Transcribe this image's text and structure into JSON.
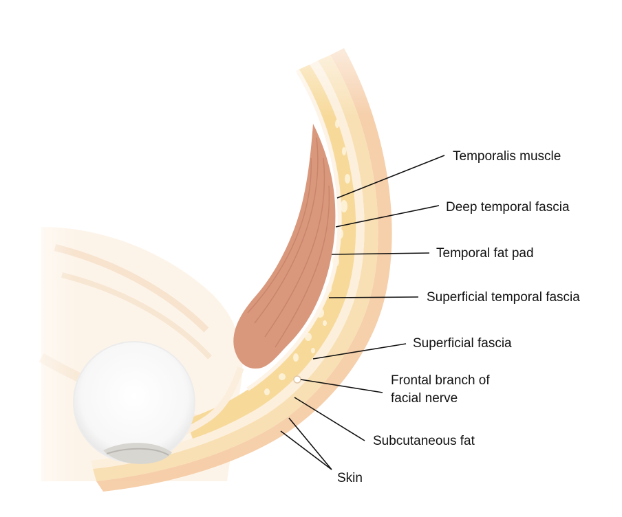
{
  "labels": {
    "temporalis_muscle": "Temporalis muscle",
    "deep_temporal_fascia": "Deep temporal fascia",
    "temporal_fat_pad": "Temporal fat pad",
    "superficial_temporal_fascia": "Superficial temporal fascia",
    "superficial_fascia": "Superficial fascia",
    "frontal_branch_line1": "Frontal branch of",
    "frontal_branch_line2": "facial nerve",
    "subcutaneous_fat": "Subcutaneous fat",
    "skin": "Skin"
  },
  "colors": {
    "background": "#ffffff",
    "muscle": "#d79a80",
    "fat": "#f6dca8",
    "fascia": "#fbeede",
    "skin": "#f4c9a3",
    "leader_line": "#111111"
  }
}
